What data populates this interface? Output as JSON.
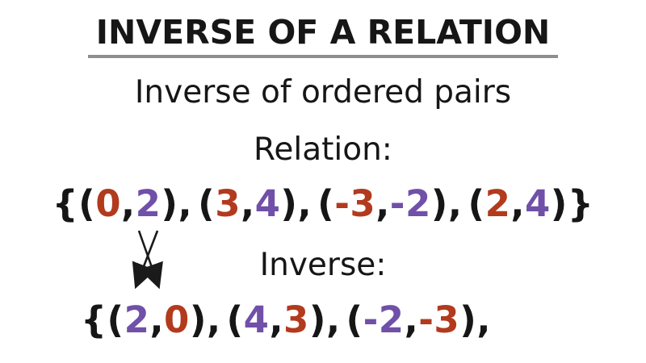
{
  "title": "INVERSE OF A RELATION",
  "subtitle": "Inverse of ordered pairs",
  "relation": {
    "label": "Relation:",
    "open_brace": "{",
    "close_brace": "}",
    "pair_open": "(",
    "pair_close": ")",
    "coord_separator": ",",
    "pair_separator": ",",
    "pairs": [
      {
        "first": "0",
        "second": "2"
      },
      {
        "first": "3",
        "second": "4"
      },
      {
        "first": "-3",
        "second": "-2"
      },
      {
        "first": "2",
        "second": "4"
      }
    ],
    "first_color": "#b23a1d",
    "second_color": "#7050a8"
  },
  "inverse": {
    "label": "Inverse:",
    "open_brace": "{",
    "pair_open": "(",
    "pair_close": ")",
    "coord_separator": ",",
    "pair_separator": ",",
    "trailing": ",",
    "pairs": [
      {
        "first": "2",
        "second": "0"
      },
      {
        "first": "4",
        "second": "3"
      },
      {
        "first": "-2",
        "second": "-3"
      }
    ],
    "first_color": "#7050a8",
    "second_color": "#b23a1d"
  },
  "annotations": {
    "swap_arrows": "two crossed arrows pointing from pair (0,2) in the relation down to pair (2,0) in the inverse"
  },
  "colors": {
    "text": "#161616",
    "x_values": "#b23a1d",
    "y_values": "#7050a8",
    "underline": "#8f8f8f",
    "background": "#ffffff",
    "arrow": "#1a1a1a"
  }
}
